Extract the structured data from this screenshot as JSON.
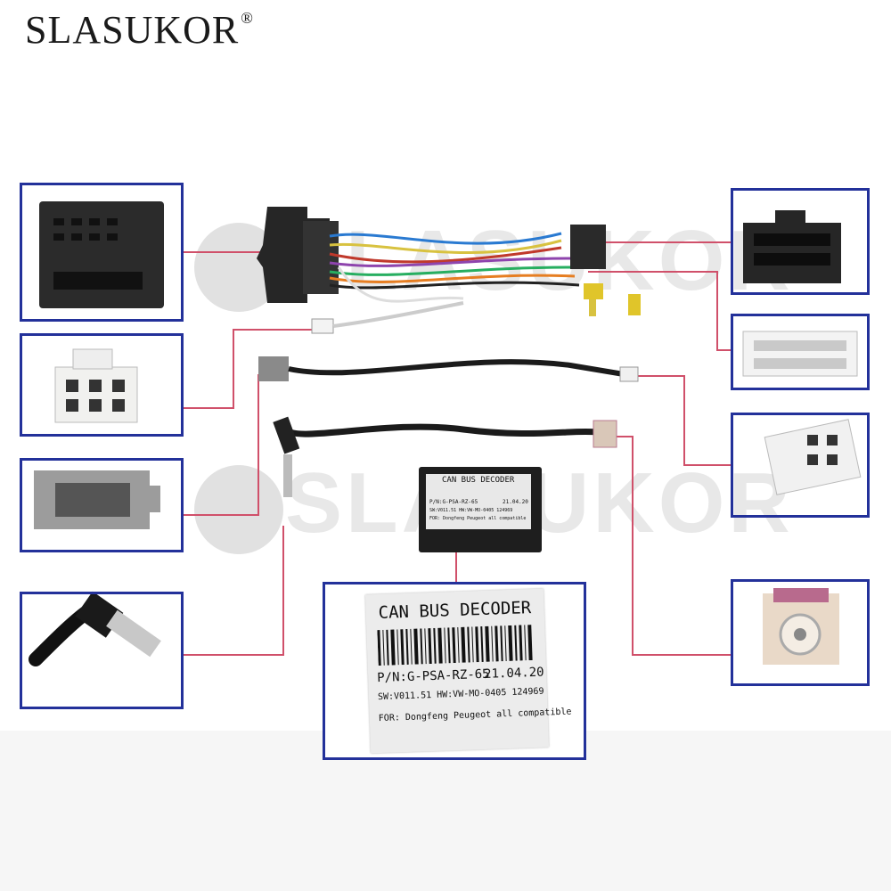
{
  "brand": {
    "name": "SLASUKOR",
    "mark": "®"
  },
  "watermark": {
    "text": "SLASUKOR"
  },
  "decoder_small": {
    "title": "CAN BUS DECODER",
    "pn": "P/N:G-PSA-RZ-65",
    "date": "21.04.20",
    "sw": "SW:V011.51 HW:VW-MO-0405 124969",
    "for": "FOR: Dongfeng Peugeot all compatible"
  },
  "decoder_label": {
    "title": "CAN BUS DECODER",
    "pn": "P/N:G-PSA-RZ-65",
    "date": "21.04.20",
    "sw": "SW:V011.51 HW:VW-MO-0405 124969",
    "for": "FOR: Dongfeng Peugeot all compatible"
  },
  "colors": {
    "frame": "#23319a",
    "leader": "#d0506a"
  }
}
